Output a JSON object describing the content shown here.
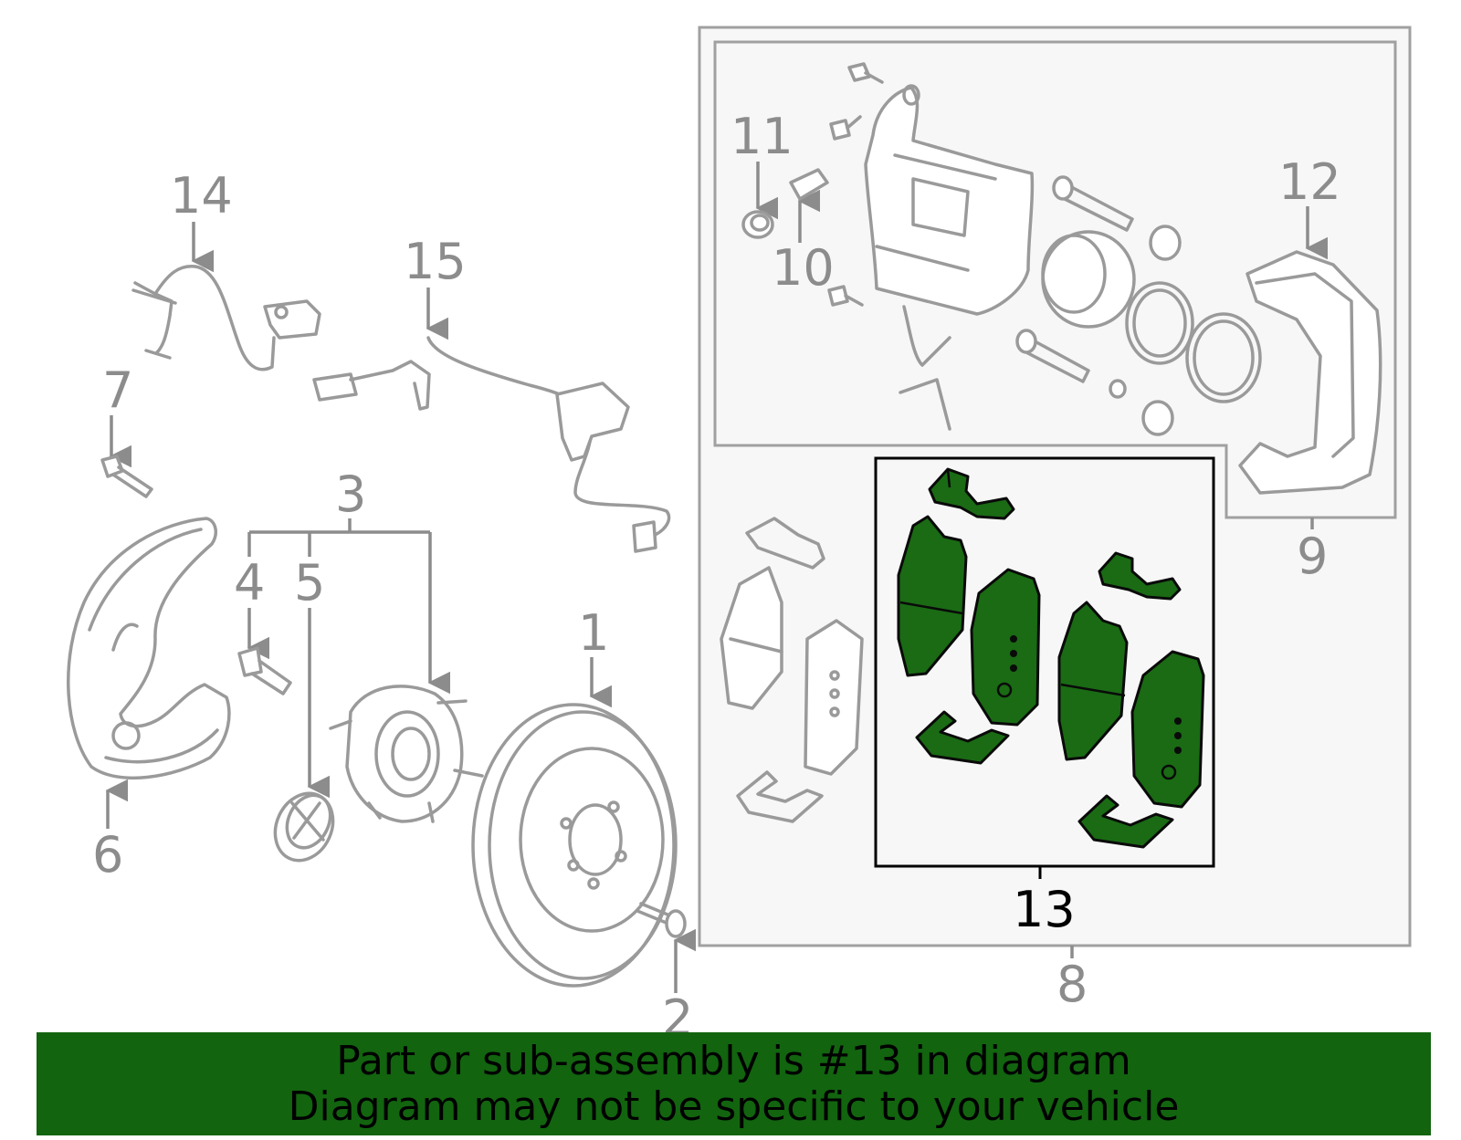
{
  "callouts": {
    "c1": "1",
    "c2": "2",
    "c3": "3",
    "c4": "4",
    "c5": "5",
    "c6": "6",
    "c7": "7",
    "c8": "8",
    "c9": "9",
    "c10": "10",
    "c11": "11",
    "c12": "12",
    "c13": "13",
    "c14": "14",
    "c15": "15"
  },
  "highlighted_part": "13",
  "banner": {
    "line1": "Part or sub-assembly is #13 in diagram",
    "line2": "Diagram may not be specific to your vehicle"
  },
  "colors": {
    "highlight": "#1a6b14",
    "banner": "#12640f",
    "parts": "#9a9a9a",
    "assembly_bg": "#f7f7f7"
  }
}
